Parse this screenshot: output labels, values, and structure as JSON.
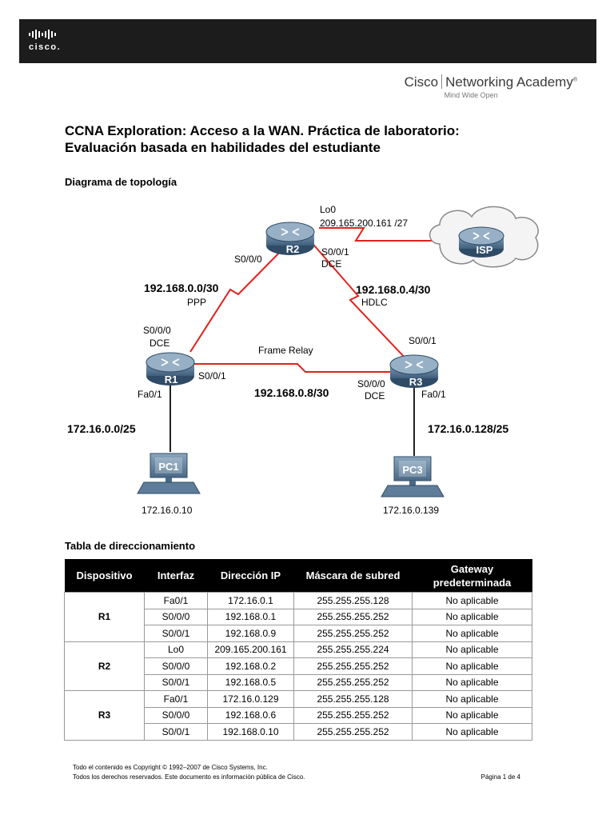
{
  "header": {
    "brand_logo_text": "cisco.",
    "academy_left": "Cisco",
    "academy_right": "Networking Academy",
    "academy_tagline": "Mind Wide Open"
  },
  "doc": {
    "title_line1": "CCNA Exploration: Acceso a la WAN. Práctica de laboratorio:",
    "title_line2": "Evaluación basada en habilidades del estudiante",
    "topology_heading": "Diagrama de topología",
    "table_heading": "Tabla de direccionamiento"
  },
  "diagram": {
    "r2_name": "R2",
    "r1_name": "R1",
    "r3_name": "R3",
    "isp_name": "ISP",
    "pc1_name": "PC1",
    "pc3_name": "PC3",
    "lo0_label": "Lo0",
    "lo0_ip": "209.165.200.161 /27",
    "r2_s000": "S0/0/0",
    "r2_s001": "S0/0/1",
    "r2_dce": "DCE",
    "net_r1_r2": "192.168.0.0/30",
    "ppp": "PPP",
    "net_r2_r3": "192.168.0.4/30",
    "hdlc": "HDLC",
    "r1_s000": "S0/0/0",
    "r1_dce": "DCE",
    "r1_s001": "S0/0/1",
    "r1_fa01": "Fa0/1",
    "frame_relay": "Frame Relay",
    "net_r1_r3": "192.168.0.8/30",
    "r3_s001": "S0/0/1",
    "r3_s000": "S0/0/0",
    "r3_dce": "DCE",
    "r3_fa01": "Fa0/1",
    "lan1": "172.16.0.0/25",
    "lan3": "172.16.0.128/25",
    "pc1_ip": "172.16.0.10",
    "pc3_ip": "172.16.0.139"
  },
  "table": {
    "headers": [
      "Dispositivo",
      "Interfaz",
      "Dirección IP",
      "Máscara de subred",
      "Gateway predeterminada"
    ],
    "groups": [
      {
        "device": "R1",
        "rows": [
          [
            "Fa0/1",
            "172.16.0.1",
            "255.255.255.128",
            "No aplicable"
          ],
          [
            "S0/0/0",
            "192.168.0.1",
            "255.255.255.252",
            "No aplicable"
          ],
          [
            "S0/0/1",
            "192.168.0.9",
            "255.255.255.252",
            "No aplicable"
          ]
        ]
      },
      {
        "device": "R2",
        "rows": [
          [
            "Lo0",
            "209.165.200.161",
            "255.255.255.224",
            "No aplicable"
          ],
          [
            "S0/0/0",
            "192.168.0.2",
            "255.255.255.252",
            "No aplicable"
          ],
          [
            "S0/0/1",
            "192.168.0.5",
            "255.255.255.252",
            "No aplicable"
          ]
        ]
      },
      {
        "device": "R3",
        "rows": [
          [
            "Fa0/1",
            "172.16.0.129",
            "255.255.255.128",
            "No aplicable"
          ],
          [
            "S0/0/0",
            "192.168.0.6",
            "255.255.255.252",
            "No aplicable"
          ],
          [
            "S0/0/1",
            "192.168.0.10",
            "255.255.255.252",
            "No aplicable"
          ]
        ]
      }
    ]
  },
  "footer": {
    "line1": "Todo el contenido es Copyright © 1992–2007 de Cisco Systems, Inc.",
    "line2": "Todos los derechos reservados. Este documento es información pública de Cisco.",
    "page": "Página 1 de 4"
  },
  "colors": {
    "link_red": "#e3211c",
    "router_blue": "#5d7d9a",
    "header_black": "#000000"
  }
}
